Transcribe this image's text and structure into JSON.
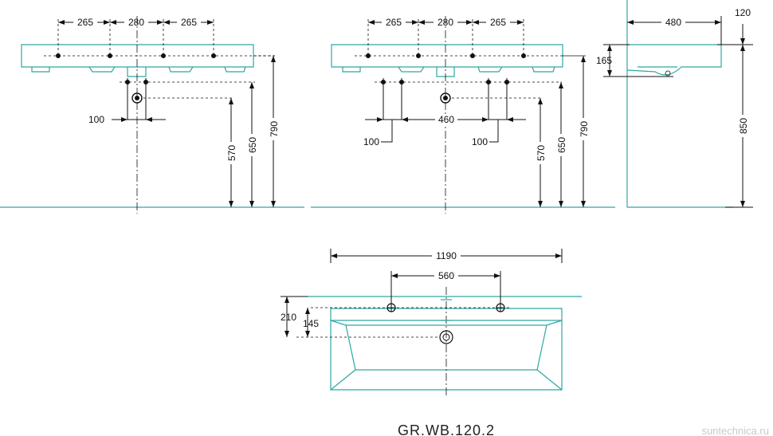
{
  "front_left": {
    "top_dims": [
      "265",
      "280",
      "265"
    ],
    "drain_width": "100",
    "heights": [
      "570",
      "650",
      "790"
    ]
  },
  "front_right": {
    "top_dims": [
      "265",
      "280",
      "265"
    ],
    "spacing": "460",
    "side_widths": [
      "100",
      "100"
    ],
    "heights": [
      "570",
      "650",
      "790"
    ]
  },
  "side": {
    "depth": "480",
    "thickness": "120",
    "bowl_depth": "165",
    "total_height": "850"
  },
  "top_view": {
    "width": "1190",
    "hole_spacing": "560",
    "depth": "210",
    "hole_offset": "145"
  },
  "model_code": "GR.WB.120.2",
  "watermark": "suntechnica.ru",
  "colors": {
    "outline": "#2fa7a4",
    "dimension": "#111111"
  }
}
